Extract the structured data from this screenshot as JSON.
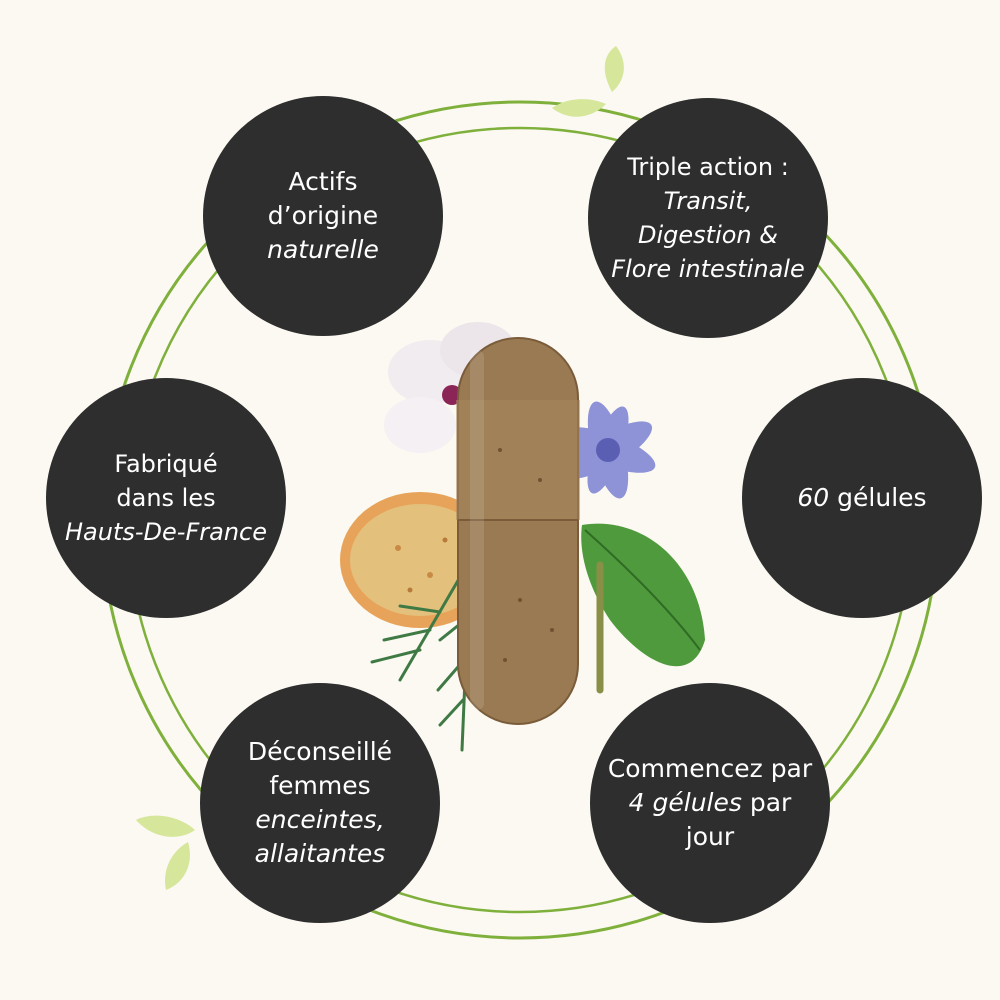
{
  "features": {
    "natural": {
      "line1": "Actifs",
      "line2": "d’origine",
      "line3": "naturelle"
    },
    "triple": {
      "line1": "Triple action :",
      "line2": "Transit,",
      "line3": "Digestion &",
      "line4": "Flore intestinale"
    },
    "made_in": {
      "line1": "Fabriqué",
      "line2": "dans les",
      "line3": "Hauts-De-France"
    },
    "count": {
      "number": "60",
      "label": "gélules"
    },
    "warning": {
      "line1": "Déconseillé",
      "line2": "femmes",
      "line3": "enceintes,",
      "line4": "allaitantes"
    },
    "dosage": {
      "line1": "Commencez par",
      "line2_em": "4 gélules",
      "line2_rest": "par",
      "line3": "jour"
    }
  },
  "colors": {
    "background": "#fbf9f1",
    "bubble": "#2e2e2e",
    "ring": "#7fb03c",
    "leaf": "#d6e69a",
    "capsule": "#9a7a52"
  }
}
